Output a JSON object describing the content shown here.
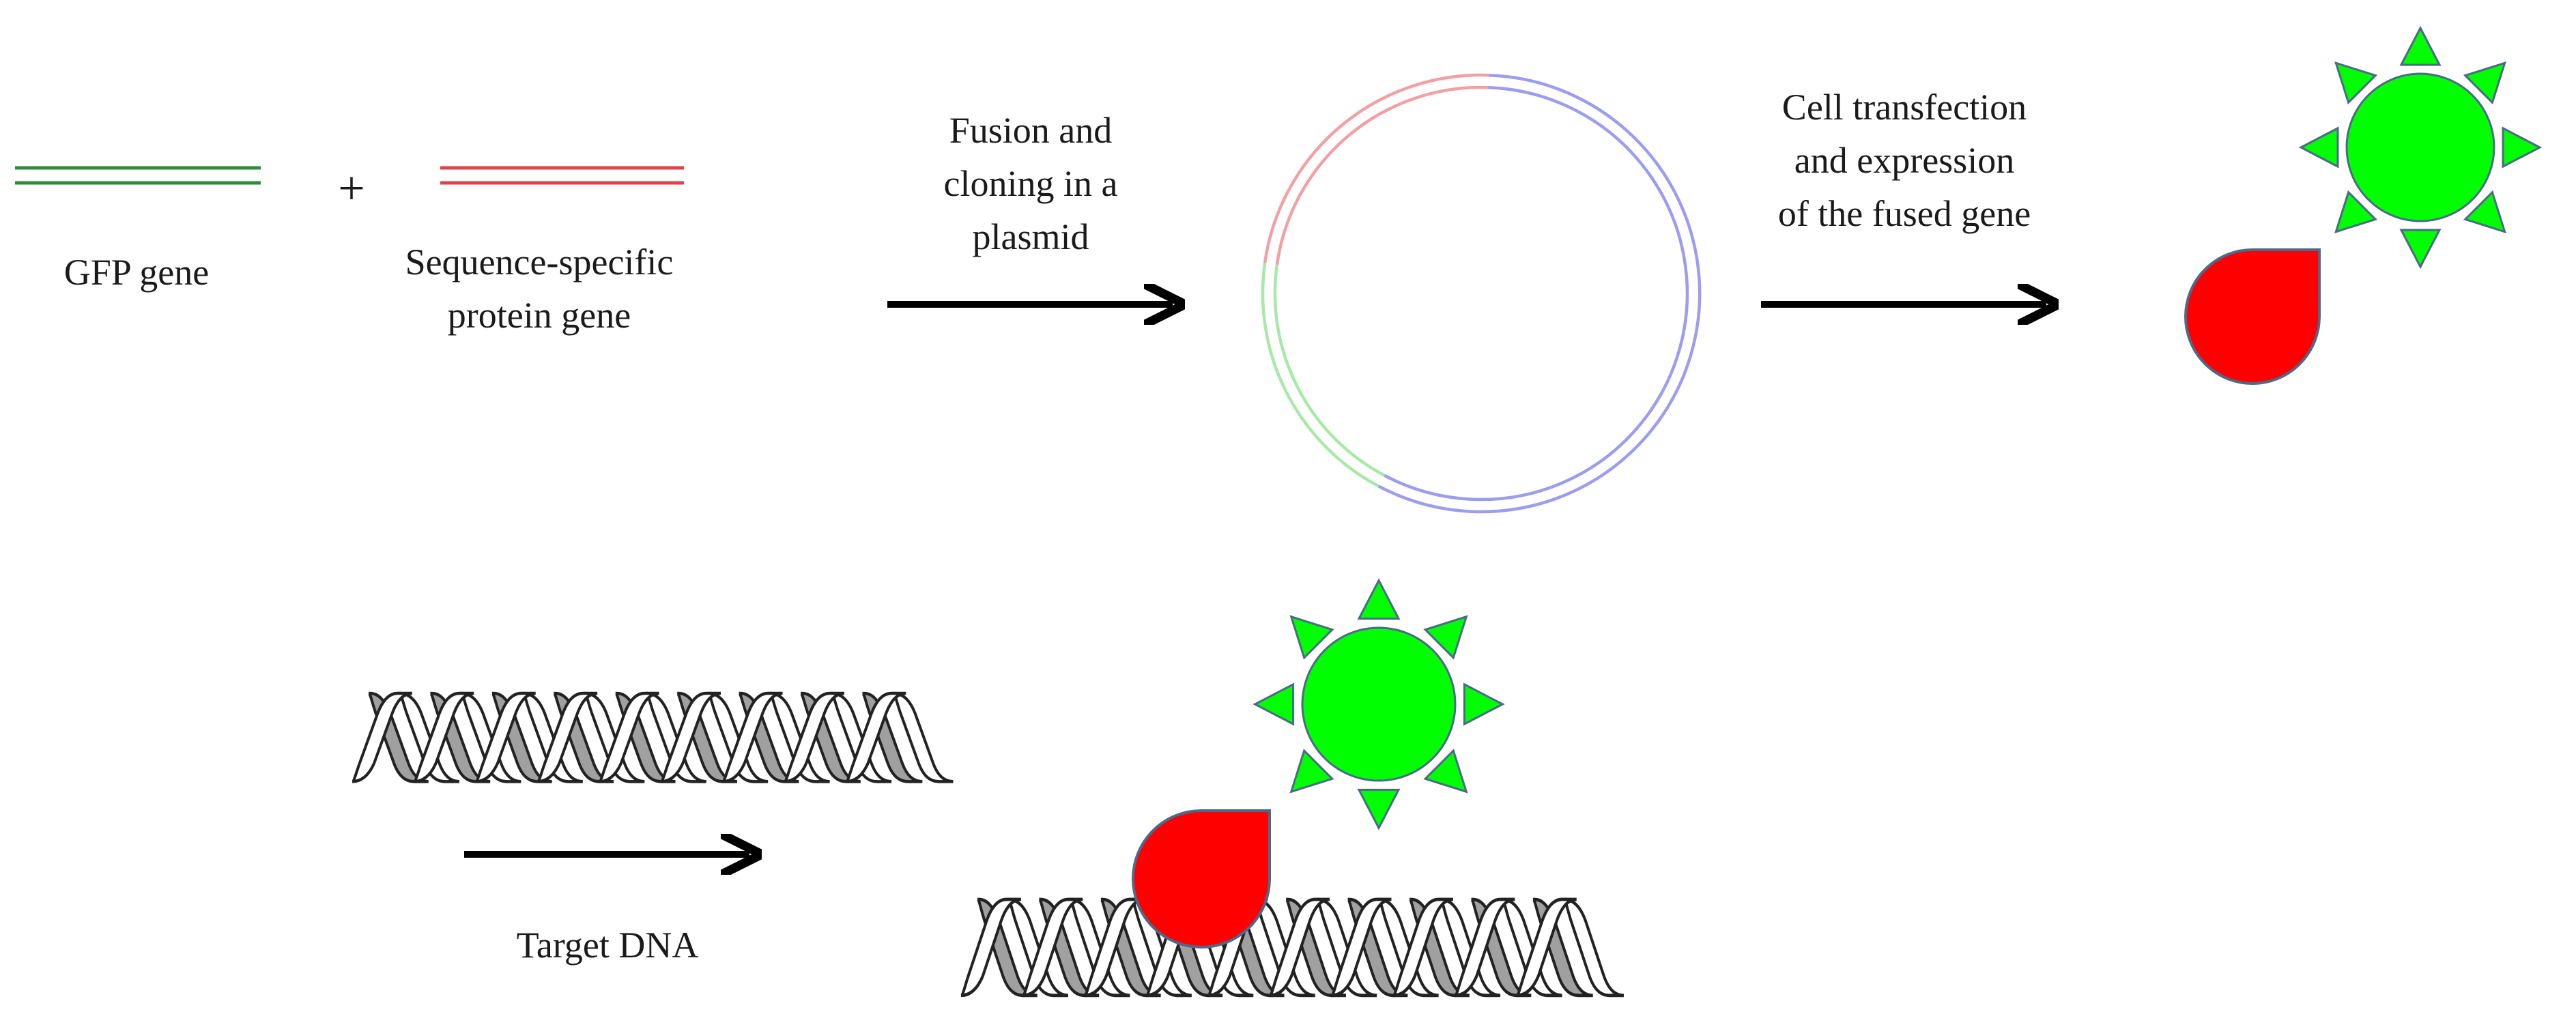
{
  "labels": {
    "gfp_gene": "GFP gene",
    "plus": "+",
    "sequence_protein_gene": "Sequence-specific\nprotein gene",
    "fusion_cloning": "Fusion and\ncloning in a\nplasmid",
    "cell_transfection": "Cell transfection\nand expression\nof the fused gene",
    "target_dna": "Target DNA"
  },
  "colors": {
    "gfp_strand": "#2e8b3a",
    "protein_strand": "#e0434a",
    "plasmid_red": "#f2a0a4",
    "plasmid_green": "#a8e8a8",
    "plasmid_blue": "#9c9cf0",
    "gfp_fluorophore": "#00ff00",
    "protein_drop": "#ff0000",
    "outline": "#4a6a8a",
    "dna_fill": "#a0a0a0",
    "arrow": "#000000"
  },
  "icons": {
    "fusion_protein": "sun-with-teardrop-icon",
    "dna": "double-helix-icon",
    "plasmid": "circular-plasmid-icon"
  }
}
